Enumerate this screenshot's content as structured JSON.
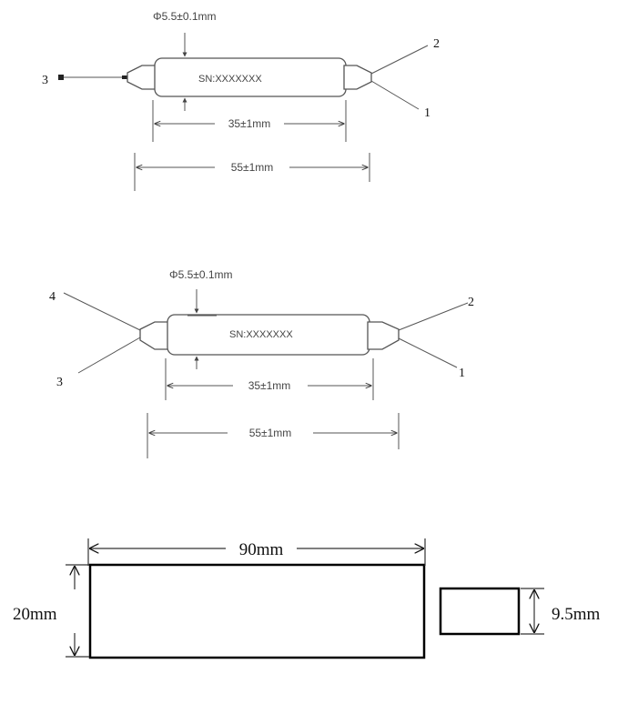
{
  "coupler_top": {
    "diameter_label": "Φ5.5±0.1mm",
    "serial_label": "SN:XXXXXXX",
    "body_length_label": "35±1mm",
    "total_length_label": "55±1mm",
    "port_left": "3",
    "port_right_upper": "2",
    "port_right_lower": "1"
  },
  "coupler_middle": {
    "diameter_label": "Φ5.5±0.1mm",
    "serial_label": "SN:XXXXXXX",
    "body_length_label": "35±1mm",
    "total_length_label": "55±1mm",
    "port_left_upper": "4",
    "port_left_lower": "3",
    "port_right_upper": "2",
    "port_right_lower": "1"
  },
  "package_box": {
    "width_label": "90mm",
    "height_label": "20mm",
    "depth_label": "9.5mm"
  }
}
